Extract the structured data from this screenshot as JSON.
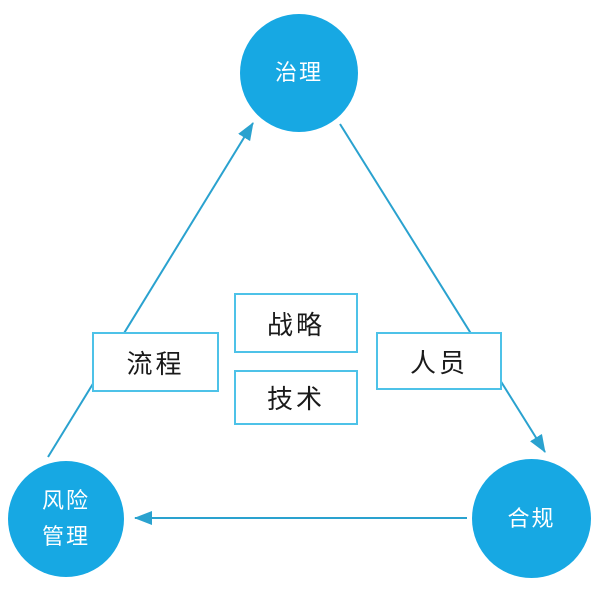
{
  "diagram": {
    "type": "triangle-cycle",
    "nodes": {
      "governance": {
        "label": "治理"
      },
      "risk_management": {
        "label": "风险管理",
        "line1": "风险",
        "line2": "管理"
      },
      "compliance": {
        "label": "合规"
      }
    },
    "elements": {
      "strategy": {
        "label": "战略"
      },
      "process": {
        "label": "流程"
      },
      "technology": {
        "label": "技术"
      },
      "people": {
        "label": "人员"
      }
    },
    "connections": [
      {
        "from": "风险管理",
        "to": "治理"
      },
      {
        "from": "治理",
        "to": "合规"
      },
      {
        "from": "合规",
        "to": "风险管理"
      }
    ],
    "colors": {
      "node_fill": "#17A8E3",
      "node_text": "#FFFFFF",
      "box_border": "#4DC2E8",
      "box_text": "#1A1A1A",
      "arrow": "#2AA2CF",
      "background": "#FFFFFF"
    }
  }
}
